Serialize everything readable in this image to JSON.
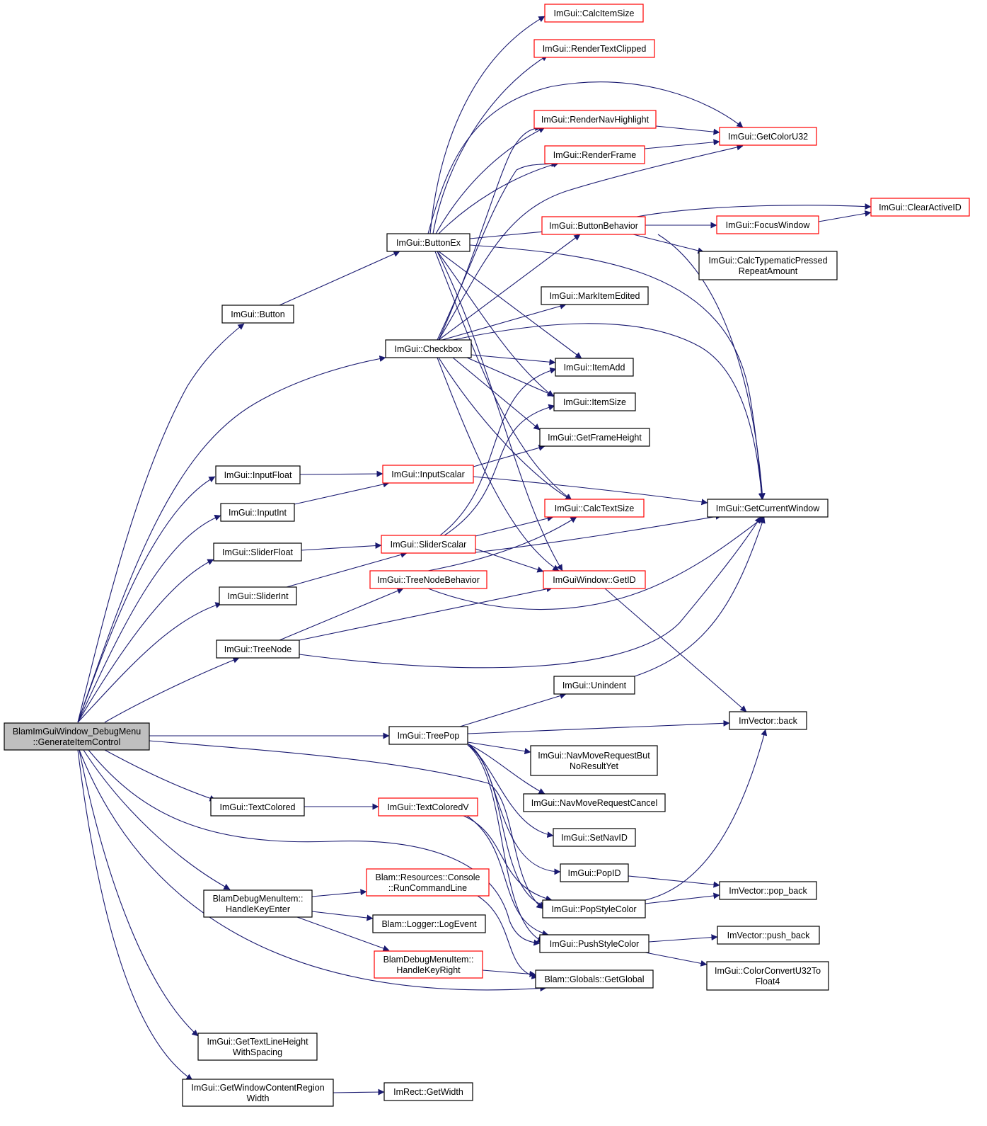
{
  "colors": {
    "edge": "#191970",
    "normal_border": "#000000",
    "truncated_border": "#ff0000",
    "root_fill": "#bfbfbf",
    "node_fill": "#ffffff"
  },
  "nodes": [
    {
      "id": "root",
      "lines": [
        "BlamImGuiWindow_DebugMenu",
        "::GenerateItemControl"
      ],
      "variant": "root"
    },
    {
      "id": "button",
      "lines": [
        "ImGui::Button"
      ],
      "variant": "normal"
    },
    {
      "id": "checkbox",
      "lines": [
        "ImGui::Checkbox"
      ],
      "variant": "normal"
    },
    {
      "id": "inputfloat",
      "lines": [
        "ImGui::InputFloat"
      ],
      "variant": "normal"
    },
    {
      "id": "inputint",
      "lines": [
        "ImGui::InputInt"
      ],
      "variant": "normal"
    },
    {
      "id": "sliderfloat",
      "lines": [
        "ImGui::SliderFloat"
      ],
      "variant": "normal"
    },
    {
      "id": "sliderint",
      "lines": [
        "ImGui::SliderInt"
      ],
      "variant": "normal"
    },
    {
      "id": "treenode",
      "lines": [
        "ImGui::TreeNode"
      ],
      "variant": "normal"
    },
    {
      "id": "treepop",
      "lines": [
        "ImGui::TreePop"
      ],
      "variant": "normal"
    },
    {
      "id": "textcolored",
      "lines": [
        "ImGui::TextColored"
      ],
      "variant": "normal"
    },
    {
      "id": "handlekeyenter",
      "lines": [
        "BlamDebugMenuItem::",
        "HandleKeyEnter"
      ],
      "variant": "normal"
    },
    {
      "id": "gettextlineheight",
      "lines": [
        "ImGui::GetTextLineHeight",
        "WithSpacing"
      ],
      "variant": "normal"
    },
    {
      "id": "getwindowcontent",
      "lines": [
        "ImGui::GetWindowContentRegion",
        "Width"
      ],
      "variant": "normal"
    },
    {
      "id": "buttonex",
      "lines": [
        "ImGui::ButtonEx"
      ],
      "variant": "normal"
    },
    {
      "id": "inputscalar",
      "lines": [
        "ImGui::InputScalar"
      ],
      "variant": "truncated"
    },
    {
      "id": "sliderscalar",
      "lines": [
        "ImGui::SliderScalar"
      ],
      "variant": "truncated"
    },
    {
      "id": "treenodebehavior",
      "lines": [
        "ImGui::TreeNodeBehavior"
      ],
      "variant": "truncated"
    },
    {
      "id": "textcoloredv",
      "lines": [
        "ImGui::TextColoredV"
      ],
      "variant": "truncated"
    },
    {
      "id": "runcommandline",
      "lines": [
        "Blam::Resources::Console",
        "::RunCommandLine"
      ],
      "variant": "truncated"
    },
    {
      "id": "logevent",
      "lines": [
        "Blam::Logger::LogEvent"
      ],
      "variant": "normal"
    },
    {
      "id": "handlekeyright",
      "lines": [
        "BlamDebugMenuItem::",
        "HandleKeyRight"
      ],
      "variant": "truncated"
    },
    {
      "id": "getwidth",
      "lines": [
        "ImRect::GetWidth"
      ],
      "variant": "normal"
    },
    {
      "id": "calcitemsize",
      "lines": [
        "ImGui::CalcItemSize"
      ],
      "variant": "truncated"
    },
    {
      "id": "rendertextclipped",
      "lines": [
        "ImGui::RenderTextClipped"
      ],
      "variant": "truncated"
    },
    {
      "id": "rendernavhighlight",
      "lines": [
        "ImGui::RenderNavHighlight"
      ],
      "variant": "truncated"
    },
    {
      "id": "renderframe",
      "lines": [
        "ImGui::RenderFrame"
      ],
      "variant": "truncated"
    },
    {
      "id": "buttonbehavior",
      "lines": [
        "ImGui::ButtonBehavior"
      ],
      "variant": "truncated"
    },
    {
      "id": "markitemedited",
      "lines": [
        "ImGui::MarkItemEdited"
      ],
      "variant": "normal"
    },
    {
      "id": "itemadd",
      "lines": [
        "ImGui::ItemAdd"
      ],
      "variant": "normal"
    },
    {
      "id": "itemsize",
      "lines": [
        "ImGui::ItemSize"
      ],
      "variant": "normal"
    },
    {
      "id": "getframeheight",
      "lines": [
        "ImGui::GetFrameHeight"
      ],
      "variant": "normal"
    },
    {
      "id": "calctextsize",
      "lines": [
        "ImGui::CalcTextSize"
      ],
      "variant": "truncated"
    },
    {
      "id": "getid",
      "lines": [
        "ImGuiWindow::GetID"
      ],
      "variant": "truncated"
    },
    {
      "id": "unindent",
      "lines": [
        "ImGui::Unindent"
      ],
      "variant": "normal"
    },
    {
      "id": "navmovebut",
      "lines": [
        "ImGui::NavMoveRequestBut",
        "NoResultYet"
      ],
      "variant": "normal"
    },
    {
      "id": "navmovecancel",
      "lines": [
        "ImGui::NavMoveRequestCancel"
      ],
      "variant": "normal"
    },
    {
      "id": "setnavid",
      "lines": [
        "ImGui::SetNavID"
      ],
      "variant": "normal"
    },
    {
      "id": "popid",
      "lines": [
        "ImGui::PopID"
      ],
      "variant": "normal"
    },
    {
      "id": "popstylecolor",
      "lines": [
        "ImGui::PopStyleColor"
      ],
      "variant": "normal"
    },
    {
      "id": "pushstylecolor",
      "lines": [
        "ImGui::PushStyleColor"
      ],
      "variant": "normal"
    },
    {
      "id": "getglobal",
      "lines": [
        "Blam::Globals::GetGlobal"
      ],
      "variant": "normal"
    },
    {
      "id": "getcoloru32",
      "lines": [
        "ImGui::GetColorU32"
      ],
      "variant": "truncated"
    },
    {
      "id": "focuswindow",
      "lines": [
        "ImGui::FocusWindow"
      ],
      "variant": "truncated"
    },
    {
      "id": "clearactiveid",
      "lines": [
        "ImGui::ClearActiveID"
      ],
      "variant": "truncated"
    },
    {
      "id": "calctypematic",
      "lines": [
        "ImGui::CalcTypematicPressed",
        "RepeatAmount"
      ],
      "variant": "normal"
    },
    {
      "id": "getcurrentwindow",
      "lines": [
        "ImGui::GetCurrentWindow"
      ],
      "variant": "normal"
    },
    {
      "id": "back",
      "lines": [
        "ImVector::back"
      ],
      "variant": "normal"
    },
    {
      "id": "popback",
      "lines": [
        "ImVector::pop_back"
      ],
      "variant": "normal"
    },
    {
      "id": "pushback",
      "lines": [
        "ImVector::push_back"
      ],
      "variant": "normal"
    },
    {
      "id": "colorconvert",
      "lines": [
        "ImGui::ColorConvertU32To",
        "Float4"
      ],
      "variant": "normal"
    }
  ]
}
